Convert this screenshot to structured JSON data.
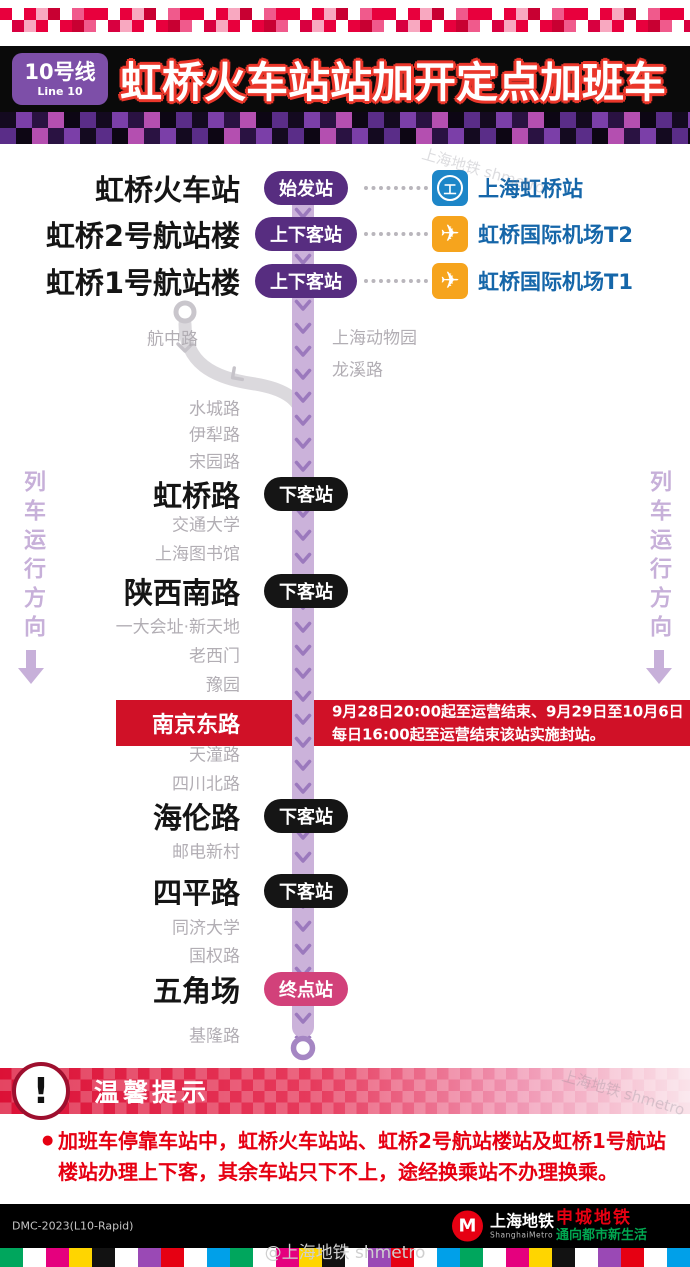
{
  "header": {
    "line_badge": {
      "cn": "10号线",
      "en": "Line 10"
    },
    "title": "虹桥火车站站加开定点加班车"
  },
  "direction_label": "列车运行方向",
  "icons": {
    "railway_glyph": "工",
    "airport_glyph": "✈"
  },
  "stations": [
    {
      "name": "虹桥火车站",
      "badge": "始发站",
      "link": {
        "type": "railway",
        "label": "上海虹桥站"
      }
    },
    {
      "name": "虹桥2号航站楼",
      "badge": "上下客站",
      "link": {
        "type": "airport",
        "label": "虹桥国际机场T2"
      }
    },
    {
      "name": "虹桥1号航站楼",
      "badge": "上下客站",
      "link": {
        "type": "airport",
        "label": "虹桥国际机场T1"
      }
    },
    {
      "name": "航中路"
    },
    {
      "name": "上海动物园"
    },
    {
      "name": "龙溪路"
    },
    {
      "name": "水城路"
    },
    {
      "name": "伊犁路"
    },
    {
      "name": "宋园路"
    },
    {
      "name": "虹桥路",
      "badge": "下客站"
    },
    {
      "name": "交通大学"
    },
    {
      "name": "上海图书馆"
    },
    {
      "name": "陕西南路",
      "badge": "下客站"
    },
    {
      "name": "一大会址·新天地"
    },
    {
      "name": "老西门"
    },
    {
      "name": "豫园"
    },
    {
      "name": "南京东路",
      "notice": "9月28日20:00起至运营结束、9月29日至10月6日每日16:00起至运营结束该站实施封站。"
    },
    {
      "name": "天潼路"
    },
    {
      "name": "四川北路"
    },
    {
      "name": "海伦路",
      "badge": "下客站"
    },
    {
      "name": "邮电新村"
    },
    {
      "name": "四平路",
      "badge": "下客站"
    },
    {
      "name": "同济大学"
    },
    {
      "name": "国权路"
    },
    {
      "name": "五角场",
      "badge": "终点站"
    },
    {
      "name": "基隆路"
    }
  ],
  "tips": {
    "bang": "!",
    "title": "温馨提示",
    "bullet": "●",
    "text": "加班车停靠车站中，虹桥火车站站、虹桥2号航站楼站及虹桥1号航站楼站办理上下客，其余车站只下不上，途经换乘站不办理换乘。"
  },
  "footer": {
    "code": "DMC-2023(L10-Rapid)",
    "logo_letter": "M",
    "brand_cn": "上海地铁",
    "brand_en": "ShanghaiMetro",
    "slogan_line1": "申城地铁",
    "slogan_line2": "通向都市新生活"
  },
  "watermark": {
    "handle": "@上海地铁 shmetro",
    "faint": "上海地铁 shmetro"
  }
}
